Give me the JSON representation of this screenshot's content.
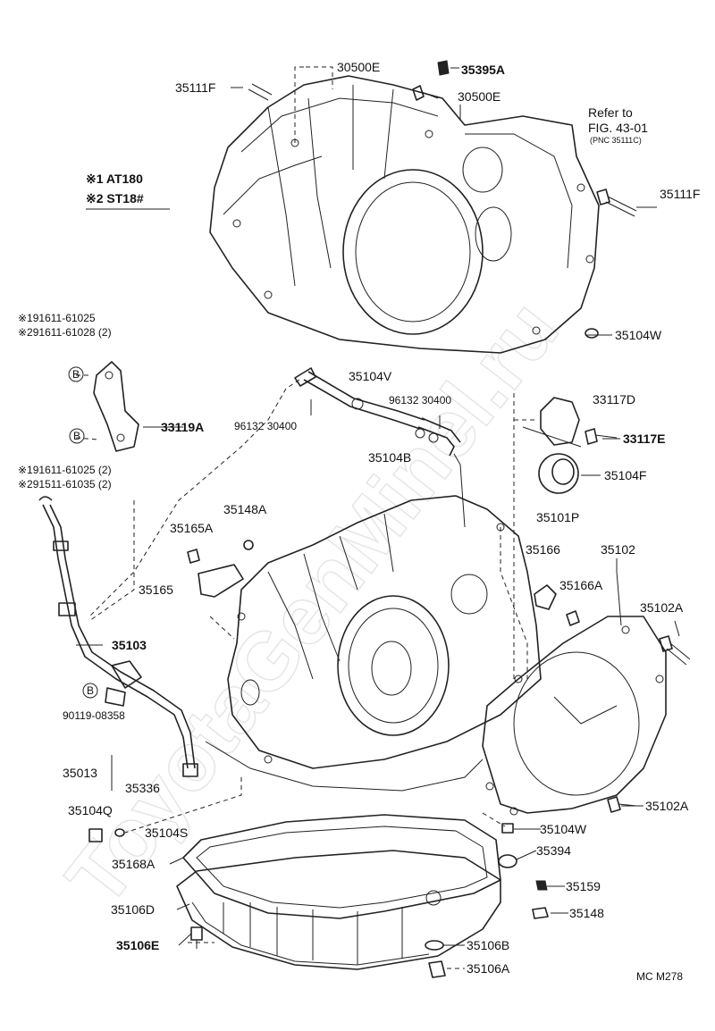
{
  "watermark": "ToyotaGenMinel.ru",
  "legend": {
    "note1": "※1 AT180",
    "note2": "※2 ST18#"
  },
  "refer": {
    "line1": "Refer to",
    "line2": "FIG. 43-01",
    "line3": "(PNC 35111C)"
  },
  "fasteners": {
    "b_top_1": "※191611-61025",
    "b_top_2": "※291611-61028 (2)",
    "b_mid_1": "※191611-61025 (2)",
    "b_mid_2": "※291511-61035 (2)",
    "b_marker": "B",
    "b_bottom": "90119-08358"
  },
  "labels": {
    "p30500E_a": "30500E",
    "p35395A": "35395A",
    "p30500E_b": "30500E",
    "p35111F_a": "35111F",
    "p35111F_b": "35111F",
    "p35104W_a": "35104W",
    "p35104V": "35104V",
    "p96132_a": "96132 30400",
    "p96132_b": "96132 30400",
    "p35104B": "35104B",
    "p33117D": "33117D",
    "p33117E": "33117E",
    "p35104F": "35104F",
    "p33119A": "33119A",
    "p35148A": "35148A",
    "p35165A": "35165A",
    "p35101P": "35101P",
    "p35165": "35165",
    "p35166": "35166",
    "p35102": "35102",
    "p35166A": "35166A",
    "p35102A_a": "35102A",
    "p35103": "35103",
    "p35013": "35013",
    "p35336": "35336",
    "p35104Q": "35104Q",
    "p35104S": "35104S",
    "p35104W_b": "35104W",
    "p35102A_b": "35102A",
    "p35394": "35394",
    "p35168A": "35168A",
    "p35159": "35159",
    "p35106D": "35106D",
    "p35148": "35148",
    "p35106E": "35106E",
    "p35106B": "35106B",
    "p35106A": "35106A"
  },
  "figure_code": "MC  M278"
}
